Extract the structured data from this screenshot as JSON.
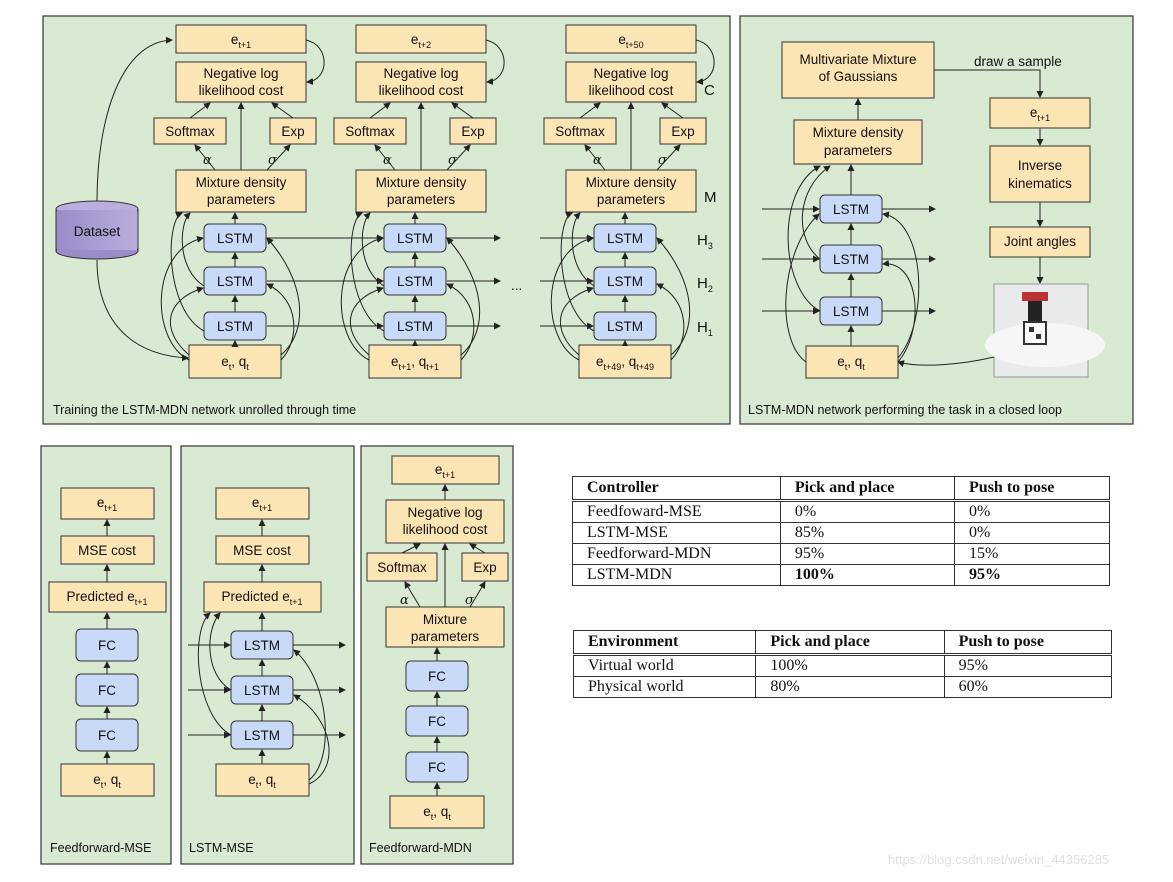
{
  "panels": {
    "training_caption": "Training the LSTM-MDN network unrolled through time",
    "closed_loop_caption": "LSTM-MDN network performing the task in a closed loop",
    "ff_mse_caption": "Feedforward-MSE",
    "lstm_mse_caption": "LSTM-MSE",
    "ff_mdn_caption": "Feedforward-MDN"
  },
  "labels": {
    "nll": "Negative log likelihood cost",
    "softmax": "Softmax",
    "exp": "Exp",
    "mdp": "Mixture density parameters",
    "lstm": "LSTM",
    "dataset": "Dataset",
    "alpha": "α",
    "sigma": "σ",
    "ellipsis": "...",
    "mse_cost": "MSE cost",
    "fc": "FC",
    "mixture_params": "Mixture parameters",
    "predicted": "Predicted e",
    "mog": "Multivariate Mixture of Gaussians",
    "draw": "draw a sample",
    "ik": "Inverse kinematics",
    "joint": "Joint angles",
    "side_c": "C",
    "side_m": "M",
    "side_h": "H"
  },
  "tables": {
    "controllers": {
      "headers": [
        "Controller",
        "Pick and place",
        "Push to pose"
      ],
      "rows": [
        [
          "Feedfoward-MSE",
          "0%",
          "0%"
        ],
        [
          "LSTM-MSE",
          "85%",
          "0%"
        ],
        [
          "Feedforward-MDN",
          "95%",
          "15%"
        ],
        [
          "LSTM-MDN",
          "100%",
          "95%"
        ]
      ]
    },
    "environments": {
      "headers": [
        "Environment",
        "Pick and place",
        "Push to pose"
      ],
      "rows": [
        [
          "Virtual world",
          "100%",
          "95%"
        ],
        [
          "Physical world",
          "80%",
          "60%"
        ]
      ]
    }
  },
  "watermark": "https://blog.csdn.net/weixin_44356285"
}
